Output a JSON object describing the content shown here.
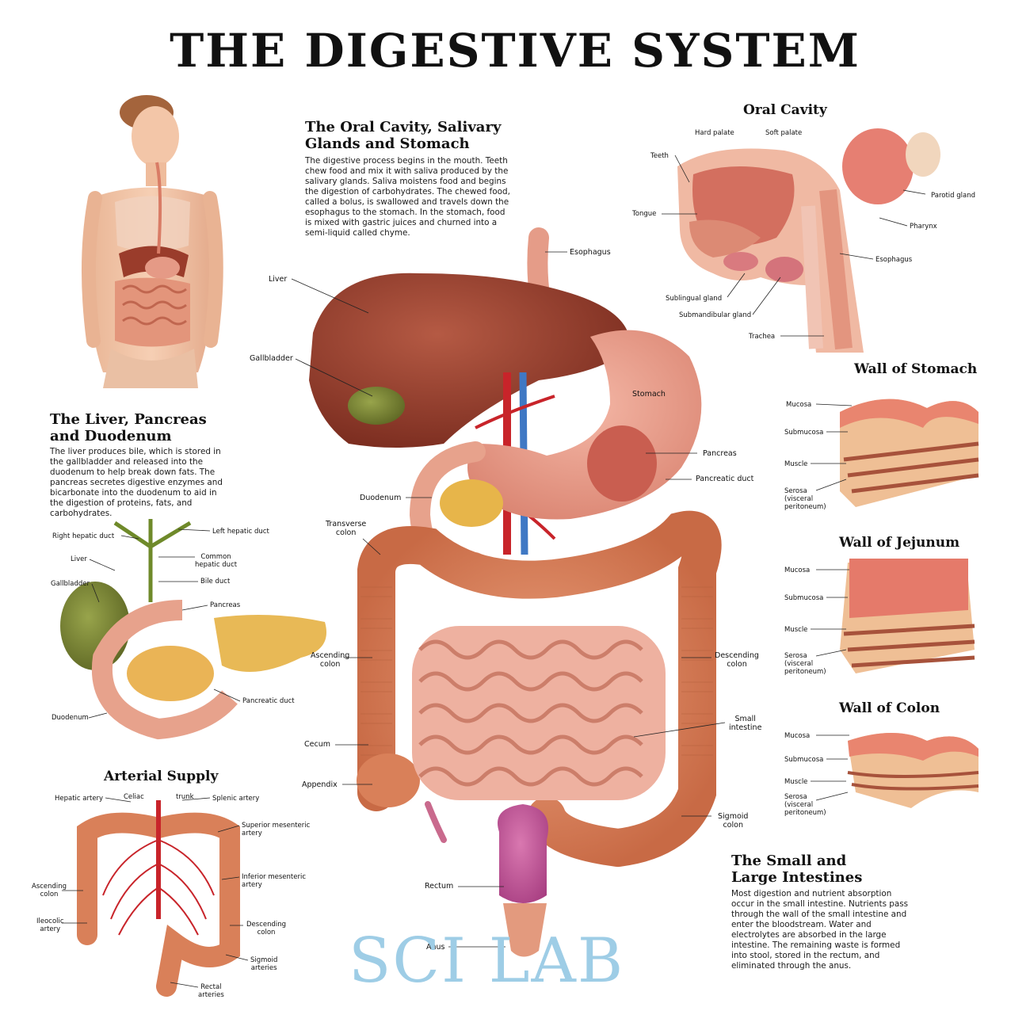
{
  "title": "THE DIGESTIVE SYSTEM",
  "sections": {
    "oral_cavity_text": {
      "heading": "The Oral Cavity, Salivary\nGlands and Stomach",
      "body": "The digestive process begins in the mouth. Teeth chew food and mix it with saliva produced by the salivary glands. Saliva moistens food and begins the digestion of carbohydrates. The chewed food, called a bolus, is swallowed and travels down the esophagus to the stomach. In the stomach, food is mixed with gastric juices and churned into a semi-liquid called chyme."
    },
    "liver_text": {
      "heading": "The Liver, Pancreas\nand Duodenum",
      "body": "The liver produces bile, which is stored in the gallbladder and released into the duodenum to help break down fats. The pancreas secretes digestive enzymes and bicarbonate into the duodenum to aid in the digestion of proteins, fats, and carbohydrates."
    },
    "intestines_text": {
      "heading": "The Small and\nLarge Intestines",
      "body": "Most digestion and nutrient absorption occur in the small intestine. Nutrients pass through the wall of the small intestine and enter the bloodstream. Water and electrolytes are absorbed in the large intestine. The remaining waste is formed into stool, stored in the rectum, and eliminated through the anus."
    }
  },
  "subtitles": {
    "oral_cavity": "Oral Cavity",
    "wall_stomach": "Wall of Stomach",
    "wall_jejunum": "Wall of Jejunum",
    "wall_colon": "Wall of Colon",
    "arterial": "Arterial Supply"
  },
  "labels": {
    "main": {
      "esophagus": "Esophagus",
      "liver": "Liver",
      "gallbladder": "Gallbladder",
      "stomach": "Stomach",
      "pancreas": "Pancreas",
      "pancreatic_duct": "Pancreatic duct",
      "duodenum": "Duodenum",
      "transverse_colon": "Transverse\ncolon",
      "ascending_colon": "Ascending\ncolon",
      "descending_colon": "Descending\ncolon",
      "small_intestine": "Small\nintestine",
      "cecum": "Cecum",
      "appendix": "Appendix",
      "sigmoid_colon": "Sigmoid\ncolon",
      "rectum": "Rectum",
      "anus": "Anus"
    },
    "oral": {
      "hard_palate": "Hard palate",
      "soft_palate": "Soft palate",
      "teeth": "Teeth",
      "tongue": "Tongue",
      "parotid_gland": "Parotid gland",
      "pharynx": "Pharynx",
      "esophagus": "Esophagus",
      "sublingual_gland": "Sublingual gland",
      "submandibular_gland": "Submandibular gland",
      "trachea": "Trachea"
    },
    "liver_detail": {
      "right_hepatic_duct": "Right hepatic duct",
      "left_hepatic_duct": "Left hepatic duct",
      "liver": "Liver",
      "common_hepatic_duct": "Common\nhepatic duct",
      "gallbladder": "Gallbladder",
      "bile_duct": "Bile duct",
      "pancreas": "Pancreas",
      "pancreatic_duct": "Pancreatic duct",
      "duodenum": "Duodenum"
    },
    "arterial": {
      "hepatic_artery": "Hepatic artery",
      "celiac": "Celiac",
      "trunk": "trunk",
      "splenic_artery": "Splenic artery",
      "superior_mesenteric": "Superior mesenteric\nartery",
      "inferior_mesenteric": "Inferior mesenteric\nartery",
      "ascending_colon": "Ascending\ncolon",
      "ileocolic_artery": "Ileocolic\nartery",
      "descending_colon": "Descending\ncolon",
      "sigmoid_arteries": "Sigmoid\narteries",
      "rectal_arteries": "Rectal\narteries"
    },
    "walls": {
      "mucosa": "Mucosa",
      "submucosa": "Submucosa",
      "muscle": "Muscle",
      "serosa": "Serosa\n(visceral\nperitoneum)"
    }
  },
  "watermark": "SCI LAB",
  "colors": {
    "liver": "#8e3a2a",
    "intestine": "#e8a58d",
    "colon": "#d47a55",
    "gallbladder": "#6f7a2c",
    "pancreas": "#e7b54a",
    "rectum": "#c4549a",
    "artery": "#c8242a",
    "vein": "#3f78c4",
    "watermark": "#9ecde6"
  }
}
